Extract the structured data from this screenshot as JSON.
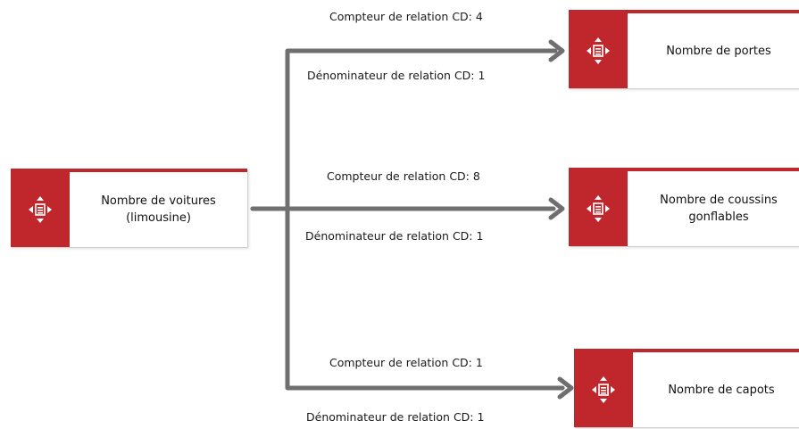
{
  "diagram": {
    "source": {
      "icon": "quantity-icon",
      "label_line1": "Nombre de voitures",
      "label_line2": "(limousine)"
    },
    "targets": [
      {
        "icon": "quantity-icon",
        "label_line1": "Nombre de portes",
        "label_line2": ""
      },
      {
        "icon": "quantity-icon",
        "label_line1": "Nombre de coussins",
        "label_line2": "gonflables"
      },
      {
        "icon": "quantity-icon",
        "label_line1": "Nombre de capots",
        "label_line2": ""
      }
    ],
    "relations": [
      {
        "numerator": "Compteur de relation CD: 4",
        "denominator": "Dénominateur de relation CD: 1"
      },
      {
        "numerator": "Compteur de relation CD: 8",
        "denominator": "Dénominateur de relation CD: 1"
      },
      {
        "numerator": "Compteur de relation CD: 1",
        "denominator": "Dénominateur de relation CD: 1"
      }
    ],
    "colors": {
      "accent": "#c0272d",
      "connector": "#6f6f6f"
    }
  }
}
